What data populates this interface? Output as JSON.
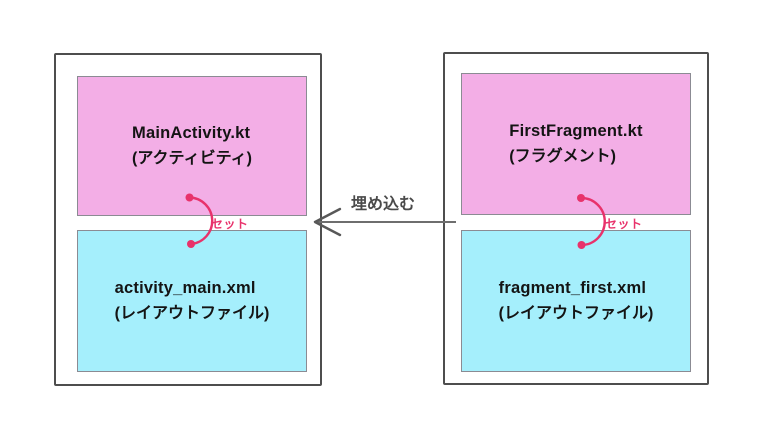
{
  "diagram": {
    "arrow_label": "埋め込む",
    "left": {
      "top_box": {
        "title": "MainActivity.kt",
        "subtitle": "(アクティビティ)"
      },
      "bottom_box": {
        "title": "activity_main.xml",
        "subtitle": "(レイアウトファイル)"
      },
      "connector_label": "セット"
    },
    "right": {
      "top_box": {
        "title": "FirstFragment.kt",
        "subtitle": "(フラグメント)"
      },
      "bottom_box": {
        "title": "fragment_first.xml",
        "subtitle": "(レイアウトファイル)"
      },
      "connector_label": "セット"
    },
    "colors": {
      "activity_fill": "#F3AEE6",
      "layout_fill": "#A5EFFC",
      "accent_pink": "#E8326B",
      "outer_border": "#4e4e4e",
      "inner_border": "#8b8b93",
      "arrow_gray": "#6e6e6e",
      "text_dark": "#141414",
      "embed_text": "#4a4a4a"
    }
  }
}
